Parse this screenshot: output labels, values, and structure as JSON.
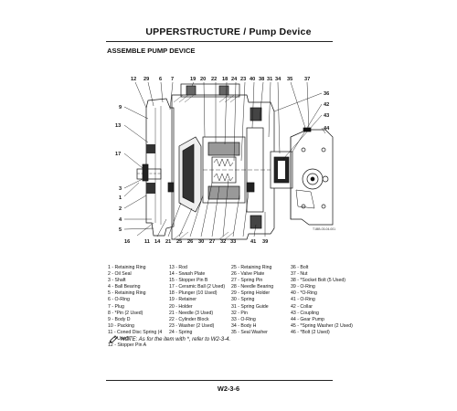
{
  "header": {
    "title": "UPPERSTRUCTURE / Pump Device"
  },
  "section": {
    "title": "ASSEMBLE PUMP DEVICE"
  },
  "figure": {
    "ref": "T1BB-03-04-001",
    "callouts": [
      {
        "id": "c12",
        "label": "12"
      },
      {
        "id": "c29",
        "label": "29"
      },
      {
        "id": "c6",
        "label": "6"
      },
      {
        "id": "c7",
        "label": "7"
      },
      {
        "id": "c19",
        "label": "19"
      },
      {
        "id": "c20",
        "label": "20"
      },
      {
        "id": "c22",
        "label": "22"
      },
      {
        "id": "c18",
        "label": "18"
      },
      {
        "id": "c24",
        "label": "24"
      },
      {
        "id": "c23",
        "label": "23"
      },
      {
        "id": "c40",
        "label": "40"
      },
      {
        "id": "c38",
        "label": "38"
      },
      {
        "id": "c31",
        "label": "31"
      },
      {
        "id": "c34",
        "label": "34"
      },
      {
        "id": "c35",
        "label": "35"
      },
      {
        "id": "c37",
        "label": "37"
      },
      {
        "id": "c36",
        "label": "36"
      },
      {
        "id": "c42",
        "label": "42"
      },
      {
        "id": "c43",
        "label": "43"
      },
      {
        "id": "c44",
        "label": "44"
      },
      {
        "id": "c9",
        "label": "9"
      },
      {
        "id": "c13",
        "label": "13"
      },
      {
        "id": "c17",
        "label": "17"
      },
      {
        "id": "c3",
        "label": "3"
      },
      {
        "id": "c1",
        "label": "1"
      },
      {
        "id": "c2",
        "label": "2"
      },
      {
        "id": "c4",
        "label": "4"
      },
      {
        "id": "c5",
        "label": "5"
      },
      {
        "id": "c16",
        "label": "16"
      },
      {
        "id": "c11",
        "label": "11"
      },
      {
        "id": "c14",
        "label": "14"
      },
      {
        "id": "c21",
        "label": "21"
      },
      {
        "id": "c25",
        "label": "25"
      },
      {
        "id": "c26",
        "label": "26"
      },
      {
        "id": "c30",
        "label": "30"
      },
      {
        "id": "c27",
        "label": "27"
      },
      {
        "id": "c32",
        "label": "32"
      },
      {
        "id": "c33",
        "label": "33"
      },
      {
        "id": "c41",
        "label": "41"
      },
      {
        "id": "c39",
        "label": "39"
      }
    ]
  },
  "legend": {
    "col1": [
      "1 -   Retaining Ring",
      "2 -   Oil Seal",
      "3 -   Shaft",
      "4 -   Ball Bearing",
      "5 -   Retaining Ring",
      "6 -   O-Ring",
      "7 -   Plug",
      "8 -   *Pin (2 Used)",
      "9 -   Body D",
      "10 - Packing",
      "11 - Coned Disc Spring (4",
      "       Used)",
      "12 - Stopper Pin A"
    ],
    "col2": [
      "13 - Rod",
      "14 - Swash Plate",
      "15 - Stopper Pin B",
      "17 - Ceramic Ball (2 Used)",
      "18 - Plunger (10 Used)",
      "19 - Retainer",
      "20 - Holder",
      "21 - Needle (3 Used)",
      "22 - Cylinder Block",
      "23 - Washer (2 Used)",
      "24 - Spring"
    ],
    "col3": [
      "25 - Retaining Ring",
      "26 - Valve Plate",
      "27 - Spring Pin",
      "28 - Needle Bearing",
      "29 - Spring Holder",
      "30 - Spring",
      "31 - Spring Guide",
      "32 - Pin",
      "33 - O-Ring",
      "34 - Body H",
      "35 - Seal Washer"
    ],
    "col4": [
      "36 - Bolt",
      "37 - Nut",
      "38 - *Socket Bolt (5 Used)",
      "39 - O-Ring",
      "40 - *O-Ring",
      "41 - O-Ring",
      "42 - Collar",
      "43 - Coupling",
      "44 - Gear Pump",
      "45 - *Spring Washer (2 Used)",
      "46 - *Bolt (2 Used)"
    ]
  },
  "note": {
    "text": "NOTE:  As for the item with *, refer to W2-3-4."
  },
  "footer": {
    "page": "W2-3-6"
  }
}
